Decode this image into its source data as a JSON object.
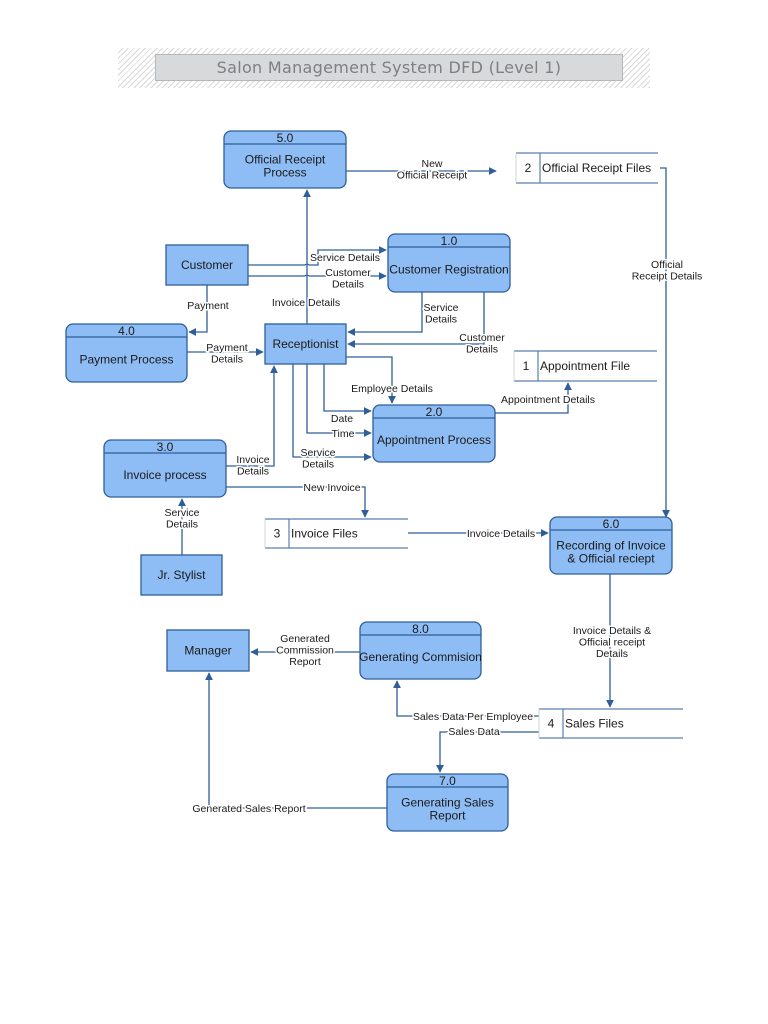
{
  "title": "Salon Management System DFD (Level 1)",
  "colors": {
    "node_fill": "#8ebcf4",
    "node_stroke": "#2e5f99",
    "line": "#2e5f99",
    "store_line": "#5b7fb0",
    "title_bg": "#d7d9db",
    "title_text": "#7d7f82"
  },
  "processes": [
    {
      "id": "p5",
      "number": "5.0",
      "label": [
        "Official Receipt",
        "Process"
      ]
    },
    {
      "id": "p1",
      "number": "1.0",
      "label": [
        "Customer Registration"
      ]
    },
    {
      "id": "p4",
      "number": "4.0",
      "label": [
        "Payment Process"
      ]
    },
    {
      "id": "p2",
      "number": "2.0",
      "label": [
        "Appointment Process"
      ]
    },
    {
      "id": "p3",
      "number": "3.0",
      "label": [
        "Invoice process"
      ]
    },
    {
      "id": "p6",
      "number": "6.0",
      "label": [
        "Recording of Invoice",
        "& Official reciept"
      ]
    },
    {
      "id": "p8",
      "number": "8.0",
      "label": [
        "Generating Commision"
      ]
    },
    {
      "id": "p7",
      "number": "7.0",
      "label": [
        "Generating Sales",
        "Report"
      ]
    }
  ],
  "entities": [
    {
      "id": "customer",
      "label": "Customer"
    },
    {
      "id": "receptionist",
      "label": "Receptionist"
    },
    {
      "id": "stylist",
      "label": "Jr. Stylist"
    },
    {
      "id": "manager",
      "label": "Manager"
    }
  ],
  "stores": [
    {
      "id": "s2",
      "number": "2",
      "label": "Official Receipt Files"
    },
    {
      "id": "s1",
      "number": "1",
      "label": "Appointment File"
    },
    {
      "id": "s3",
      "number": "3",
      "label": "Invoice Files"
    },
    {
      "id": "s4",
      "number": "4",
      "label": "Sales Files"
    }
  ],
  "flows": [
    {
      "id": "f1",
      "label": [
        "New",
        "Official Receipt"
      ]
    },
    {
      "id": "f2",
      "label": [
        "Official",
        "Receipt Details"
      ]
    },
    {
      "id": "f3",
      "label": [
        "Service Details"
      ]
    },
    {
      "id": "f4",
      "label": [
        "Customer",
        "Details"
      ]
    },
    {
      "id": "f5",
      "label": [
        "Payment"
      ]
    },
    {
      "id": "f6",
      "label": [
        "Invoice Details"
      ]
    },
    {
      "id": "f7",
      "label": [
        "Service",
        "Details"
      ]
    },
    {
      "id": "f8",
      "label": [
        "Customer",
        "Details"
      ]
    },
    {
      "id": "f9",
      "label": [
        "Payment",
        "Details"
      ]
    },
    {
      "id": "f10",
      "label": [
        "Employee Details"
      ]
    },
    {
      "id": "f11",
      "label": [
        "Appointment Details"
      ]
    },
    {
      "id": "f12",
      "label": [
        "Date"
      ]
    },
    {
      "id": "f13",
      "label": [
        "Time"
      ]
    },
    {
      "id": "f14",
      "label": [
        "Service",
        "Details"
      ]
    },
    {
      "id": "f15",
      "label": [
        "Invoice",
        "Details"
      ]
    },
    {
      "id": "f16",
      "label": [
        "New Invoice"
      ]
    },
    {
      "id": "f17",
      "label": [
        "Service",
        "Details"
      ]
    },
    {
      "id": "f18",
      "label": [
        "Invoice Details"
      ]
    },
    {
      "id": "f19",
      "label": [
        "Invoice Details &",
        "Official receipt",
        "Details"
      ]
    },
    {
      "id": "f20",
      "label": [
        "Generated",
        "Commission",
        "Report"
      ]
    },
    {
      "id": "f21",
      "label": [
        "Sales Data Per Employee"
      ]
    },
    {
      "id": "f22",
      "label": [
        "Sales Data"
      ]
    },
    {
      "id": "f23",
      "label": [
        "Generated Sales Report"
      ]
    }
  ]
}
